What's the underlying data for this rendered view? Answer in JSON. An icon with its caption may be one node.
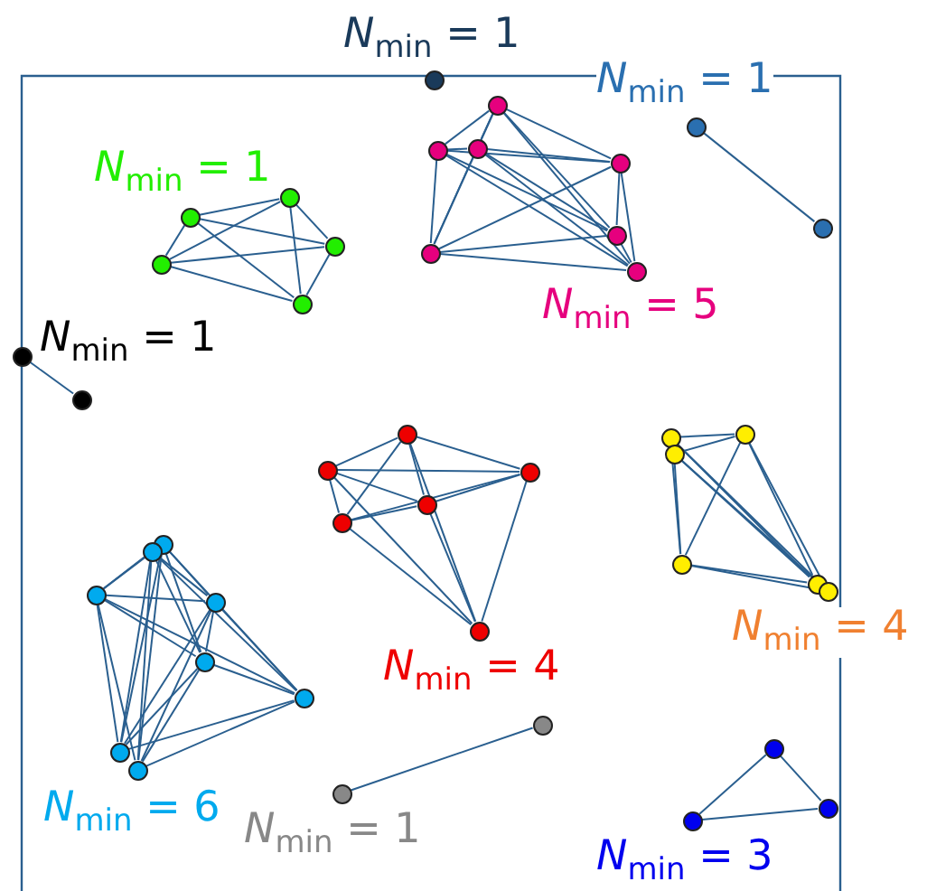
{
  "diagram": {
    "nodes": [
      {
        "text": [],
        "shape": "circle"
      },
      {
        "text": [],
        "shape": "circle"
      },
      {
        "text": [],
        "shape": "circle"
      },
      {
        "text": [],
        "shape": "circle"
      },
      {
        "text": [],
        "shape": "circle"
      },
      {
        "text": [],
        "shape": "circle"
      },
      {
        "text": [],
        "shape": "circle"
      },
      {
        "text": [],
        "shape": "circle"
      },
      {
        "text": [],
        "shape": "circle"
      },
      {
        "text": [],
        "shape": "circle"
      },
      {
        "text": [],
        "shape": "circle"
      },
      {
        "text": [],
        "shape": "circle"
      },
      {
        "text": [],
        "shape": "circle"
      },
      {
        "text": [],
        "shape": "circle"
      },
      {
        "text": [],
        "shape": "circle"
      },
      {
        "text": [],
        "shape": "circle"
      },
      {
        "text": [],
        "shape": "circle"
      },
      {
        "text": [],
        "shape": "circle"
      },
      {
        "text": [],
        "shape": "circle"
      },
      {
        "text": [],
        "shape": "circle"
      },
      {
        "text": [],
        "shape": "circle"
      },
      {
        "text": [],
        "shape": "circle"
      },
      {
        "text": [],
        "shape": "circle"
      },
      {
        "text": [],
        "shape": "circle"
      },
      {
        "text": [],
        "shape": "circle"
      },
      {
        "text": [],
        "shape": "circle"
      },
      {
        "text": [],
        "shape": "circle"
      },
      {
        "text": [],
        "shape": "circle"
      },
      {
        "text": [],
        "shape": "circle"
      },
      {
        "text": [],
        "shape": "circle"
      },
      {
        "text": [],
        "shape": "circle"
      },
      {
        "text": [],
        "shape": "circle"
      },
      {
        "text": [],
        "shape": "circle"
      },
      {
        "text": [],
        "shape": "circle"
      },
      {
        "text": [],
        "shape": "circle"
      },
      {
        "text": [],
        "shape": "circle"
      },
      {
        "text": [],
        "shape": "circle"
      },
      {
        "text": [],
        "shape": "circle"
      },
      {
        "text": [],
        "shape": "circle"
      },
      {
        "text": [],
        "shape": "circle"
      },
      {
        "text": [],
        "shape": "circle"
      },
      {
        "text": [],
        "shape": "circle"
      }
    ],
    "edges": [
      {
        "from": 1,
        "to": 2,
        "arrow": "none"
      },
      {
        "from": 3,
        "to": 4,
        "arrow": "none"
      },
      {
        "from": 3,
        "to": 5,
        "arrow": "none"
      },
      {
        "from": 3,
        "to": 6,
        "arrow": "none"
      },
      {
        "from": 3,
        "to": 7,
        "arrow": "none"
      },
      {
        "from": 4,
        "to": 5,
        "arrow": "none"
      },
      {
        "from": 4,
        "to": 6,
        "arrow": "none"
      },
      {
        "from": 4,
        "to": 7,
        "arrow": "none"
      },
      {
        "from": 5,
        "to": 6,
        "arrow": "none"
      },
      {
        "from": 5,
        "to": 7,
        "arrow": "none"
      },
      {
        "from": 6,
        "to": 7,
        "arrow": "none"
      },
      {
        "from": 8,
        "to": 9,
        "arrow": "none"
      },
      {
        "from": 8,
        "to": 10,
        "arrow": "none"
      },
      {
        "from": 8,
        "to": 11,
        "arrow": "none"
      },
      {
        "from": 8,
        "to": 12,
        "arrow": "none"
      },
      {
        "from": 8,
        "to": 13,
        "arrow": "none"
      },
      {
        "from": 8,
        "to": 14,
        "arrow": "none"
      },
      {
        "from": 9,
        "to": 10,
        "arrow": "none"
      },
      {
        "from": 9,
        "to": 11,
        "arrow": "none"
      },
      {
        "from": 9,
        "to": 12,
        "arrow": "none"
      },
      {
        "from": 9,
        "to": 13,
        "arrow": "none"
      },
      {
        "from": 9,
        "to": 14,
        "arrow": "none"
      },
      {
        "from": 10,
        "to": 11,
        "arrow": "none"
      },
      {
        "from": 10,
        "to": 12,
        "arrow": "none"
      },
      {
        "from": 10,
        "to": 13,
        "arrow": "none"
      },
      {
        "from": 10,
        "to": 14,
        "arrow": "none"
      },
      {
        "from": 11,
        "to": 12,
        "arrow": "none"
      },
      {
        "from": 11,
        "to": 13,
        "arrow": "none"
      },
      {
        "from": 11,
        "to": 14,
        "arrow": "none"
      },
      {
        "from": 12,
        "to": 13,
        "arrow": "none"
      },
      {
        "from": 12,
        "to": 14,
        "arrow": "none"
      },
      {
        "from": 13,
        "to": 14,
        "arrow": "none"
      },
      {
        "from": 15,
        "to": 16,
        "arrow": "none"
      },
      {
        "from": 17,
        "to": 18,
        "arrow": "none"
      },
      {
        "from": 17,
        "to": 19,
        "arrow": "none"
      },
      {
        "from": 17,
        "to": 20,
        "arrow": "none"
      },
      {
        "from": 17,
        "to": 21,
        "arrow": "none"
      },
      {
        "from": 17,
        "to": 22,
        "arrow": "none"
      },
      {
        "from": 18,
        "to": 19,
        "arrow": "none"
      },
      {
        "from": 18,
        "to": 20,
        "arrow": "none"
      },
      {
        "from": 18,
        "to": 21,
        "arrow": "none"
      },
      {
        "from": 18,
        "to": 22,
        "arrow": "none"
      },
      {
        "from": 19,
        "to": 20,
        "arrow": "none"
      },
      {
        "from": 19,
        "to": 21,
        "arrow": "none"
      },
      {
        "from": 19,
        "to": 22,
        "arrow": "none"
      },
      {
        "from": 20,
        "to": 21,
        "arrow": "none"
      },
      {
        "from": 20,
        "to": 22,
        "arrow": "none"
      },
      {
        "from": 21,
        "to": 22,
        "arrow": "none"
      },
      {
        "from": 23,
        "to": 24,
        "arrow": "none"
      },
      {
        "from": 23,
        "to": 26,
        "arrow": "none"
      },
      {
        "from": 23,
        "to": 27,
        "arrow": "none"
      },
      {
        "from": 23,
        "to": 28,
        "arrow": "none"
      },
      {
        "from": 24,
        "to": 25,
        "arrow": "none"
      },
      {
        "from": 24,
        "to": 26,
        "arrow": "none"
      },
      {
        "from": 24,
        "to": 27,
        "arrow": "none"
      },
      {
        "from": 24,
        "to": 28,
        "arrow": "none"
      },
      {
        "from": 25,
        "to": 26,
        "arrow": "none"
      },
      {
        "from": 25,
        "to": 27,
        "arrow": "none"
      },
      {
        "from": 25,
        "to": 28,
        "arrow": "none"
      },
      {
        "from": 26,
        "to": 27,
        "arrow": "none"
      },
      {
        "from": 26,
        "to": 28,
        "arrow": "none"
      },
      {
        "from": 29,
        "to": 31,
        "arrow": "none"
      },
      {
        "from": 29,
        "to": 32,
        "arrow": "none"
      },
      {
        "from": 29,
        "to": 33,
        "arrow": "none"
      },
      {
        "from": 29,
        "to": 34,
        "arrow": "none"
      },
      {
        "from": 29,
        "to": 35,
        "arrow": "none"
      },
      {
        "from": 29,
        "to": 36,
        "arrow": "none"
      },
      {
        "from": 30,
        "to": 31,
        "arrow": "none"
      },
      {
        "from": 30,
        "to": 32,
        "arrow": "none"
      },
      {
        "from": 30,
        "to": 33,
        "arrow": "none"
      },
      {
        "from": 30,
        "to": 34,
        "arrow": "none"
      },
      {
        "from": 30,
        "to": 35,
        "arrow": "none"
      },
      {
        "from": 30,
        "to": 36,
        "arrow": "none"
      },
      {
        "from": 31,
        "to": 32,
        "arrow": "none"
      },
      {
        "from": 31,
        "to": 33,
        "arrow": "none"
      },
      {
        "from": 31,
        "to": 34,
        "arrow": "none"
      },
      {
        "from": 31,
        "to": 35,
        "arrow": "none"
      },
      {
        "from": 31,
        "to": 36,
        "arrow": "none"
      },
      {
        "from": 32,
        "to": 33,
        "arrow": "none"
      },
      {
        "from": 32,
        "to": 34,
        "arrow": "none"
      },
      {
        "from": 32,
        "to": 35,
        "arrow": "none"
      },
      {
        "from": 32,
        "to": 36,
        "arrow": "none"
      },
      {
        "from": 33,
        "to": 34,
        "arrow": "none"
      },
      {
        "from": 33,
        "to": 35,
        "arrow": "none"
      },
      {
        "from": 33,
        "to": 36,
        "arrow": "none"
      },
      {
        "from": 34,
        "to": 35,
        "arrow": "none"
      },
      {
        "from": 34,
        "to": 36,
        "arrow": "none"
      },
      {
        "from": 37,
        "to": 38,
        "arrow": "none"
      },
      {
        "from": 39,
        "to": 40,
        "arrow": "none"
      },
      {
        "from": 39,
        "to": 41,
        "arrow": "none"
      },
      {
        "from": 40,
        "to": 41,
        "arrow": "none"
      }
    ],
    "labels": [
      "*N*$_{min}$ = 1",
      "*N*$_{min}$ = 1",
      "*N*$_{min}$ = 1",
      "*N*$_{min}$ = 5",
      "*N*$_{min}$ = 1",
      "*N*$_{min}$ = 4",
      "*N*$_{min}$ = 4",
      "*N*$_{min}$ = 6",
      "*N*$_{min}$ = 1",
      "*N*$_{min}$ = 3"
    ]
  }
}
